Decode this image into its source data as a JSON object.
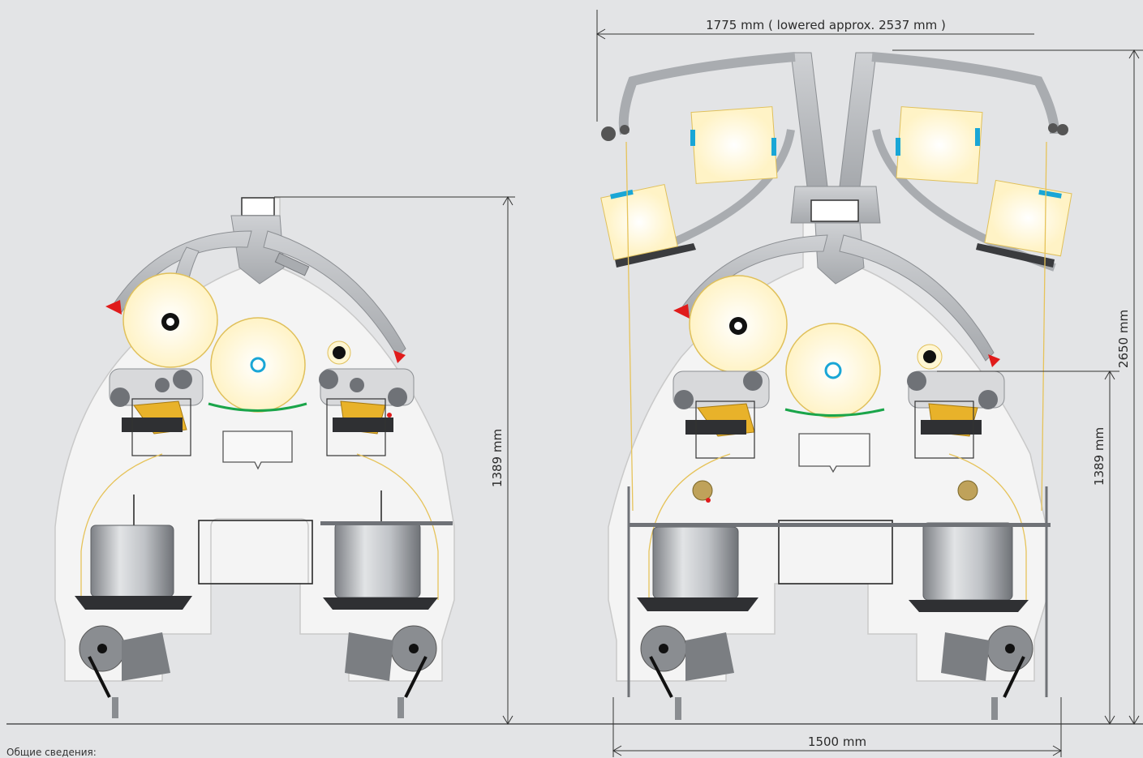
{
  "dimensions": {
    "width_top": "1775 mm ( lowered approx. 2537 mm )",
    "height_total": "2650 mm",
    "height_left": "1389 mm",
    "height_right": "1389 mm",
    "width_bottom": "1500 mm"
  },
  "caption": "Общие сведения:",
  "colors": {
    "background": "#e3e4e6",
    "frame": "#f3f3f3",
    "arm": "#b9bcc0",
    "bobbin": "#fff6d3",
    "accent_yellow": "#e8b22a",
    "thread": "#e6c35a",
    "accent_blue": "#19a6d6",
    "accent_red": "#e01b1b",
    "accent_green": "#1aa54a"
  }
}
